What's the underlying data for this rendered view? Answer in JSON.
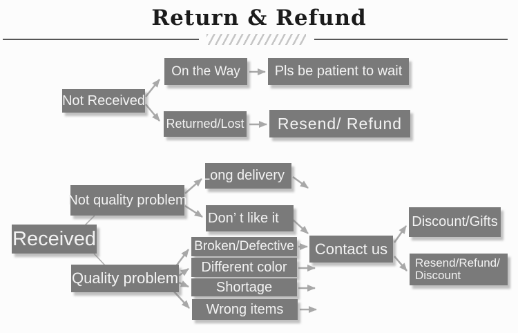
{
  "title": "Return & Refund",
  "colors": {
    "background": "#fcfcfc",
    "box_fill": "#7a7a7a",
    "box_text": "#f3f3f3",
    "arrow": "#a8a8a8",
    "line": "#b0b0b0",
    "title_text": "#1b1b1b",
    "divider": "#565656",
    "hatch": "#c5c5c5"
  },
  "flow": {
    "not_received": "Not Received",
    "on_the_way": "On the Way",
    "pls_be_patient": "Pls be patient to wait",
    "returned_lost": "Returned/Lost",
    "resend_refund": "Resend/ Refund",
    "received": "Received",
    "not_quality_problem": "Not quality problem",
    "quality_problem": "Quality problem",
    "long_delivery": "Long delivery",
    "dont_like_it": "Don’ t like it",
    "broken_defective": "Broken/Defective",
    "different_color": "Different color",
    "shortage": "Shortage",
    "wrong_items": "Wrong items",
    "contact_us": "Contact us",
    "discount_gifts": "Discount/Gifts",
    "resend_refund_discount_line1": "Resend/Refund/",
    "resend_refund_discount_line2": "Discount"
  }
}
